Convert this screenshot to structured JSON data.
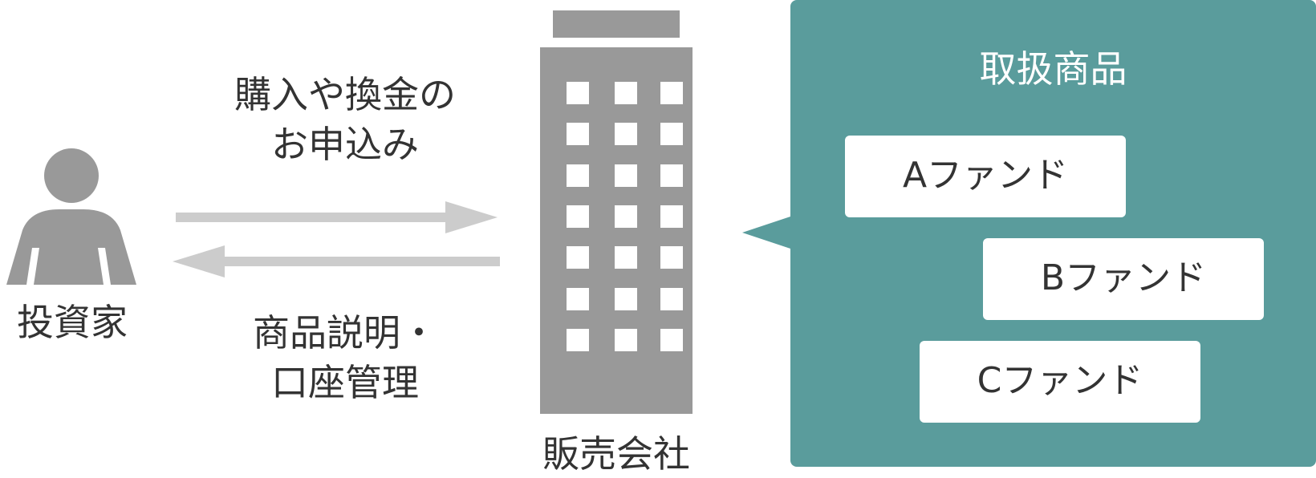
{
  "investor": {
    "label": "投資家"
  },
  "flows": {
    "to_company_line1": "購入や換金の",
    "to_company_line2": "お申込み",
    "to_investor_line1": "商品説明・",
    "to_investor_line2": "口座管理"
  },
  "company": {
    "label": "販売会社"
  },
  "products": {
    "title": "取扱商品",
    "funds": [
      "Aファンド",
      "Bファンド",
      "Cファンド"
    ]
  },
  "colors": {
    "teal": "#5a9c9c",
    "gray": "#999999",
    "arrow": "#cccccc",
    "text": "#333333"
  }
}
